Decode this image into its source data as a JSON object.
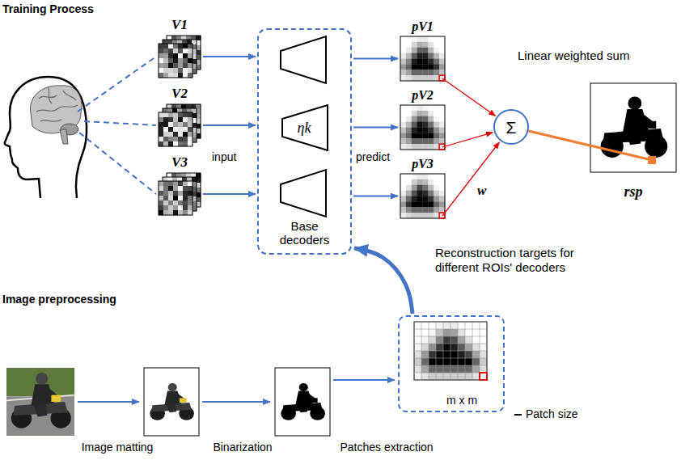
{
  "diagram": {
    "nodes": [
      {
        "text": [
          "V1"
        ]
      },
      {
        "text": [
          "V2"
        ]
      },
      {
        "text": [
          "V3"
        ]
      },
      {
        "text": [
          "Base decoders"
        ]
      },
      {
        "text": [
          "ηk"
        ],
        "in": 3
      },
      {
        "text": [
          "pV1"
        ]
      },
      {
        "text": [
          "pV2"
        ]
      },
      {
        "text": [
          "pV3"
        ]
      },
      {
        "text": [
          "Σ"
        ]
      },
      {
        "text": [
          "rsp"
        ]
      },
      {
        "text": [
          "m x m"
        ]
      }
    ],
    "edges": [
      {
        "from": 0,
        "to": 3,
        "arrow": "to"
      },
      {
        "from": 1,
        "to": 3,
        "arrow": "to"
      },
      {
        "from": 2,
        "to": 3,
        "arrow": "to"
      },
      {
        "from": 3,
        "to": 5,
        "arrow": "to"
      },
      {
        "from": 3,
        "to": 6,
        "arrow": "to"
      },
      {
        "from": 3,
        "to": 7,
        "arrow": "to"
      },
      {
        "from": 5,
        "to": 8,
        "arrow": "to"
      },
      {
        "from": 6,
        "to": 8,
        "arrow": "to"
      },
      {
        "from": 7,
        "to": 8,
        "arrow": "to",
        "label": "w"
      },
      {
        "from": 8,
        "to": 9,
        "arrow": "none"
      },
      {
        "from": 10,
        "to": 3,
        "arrow": "to",
        "label": "Reconstruction targets for different ROIs' decoders"
      }
    ],
    "labels": [
      "Training Process",
      "input",
      "predict",
      "Linear weighted sum",
      "Image preprocessing",
      "Image matting",
      "Binarization",
      "Patches extraction",
      "Patch size"
    ]
  }
}
